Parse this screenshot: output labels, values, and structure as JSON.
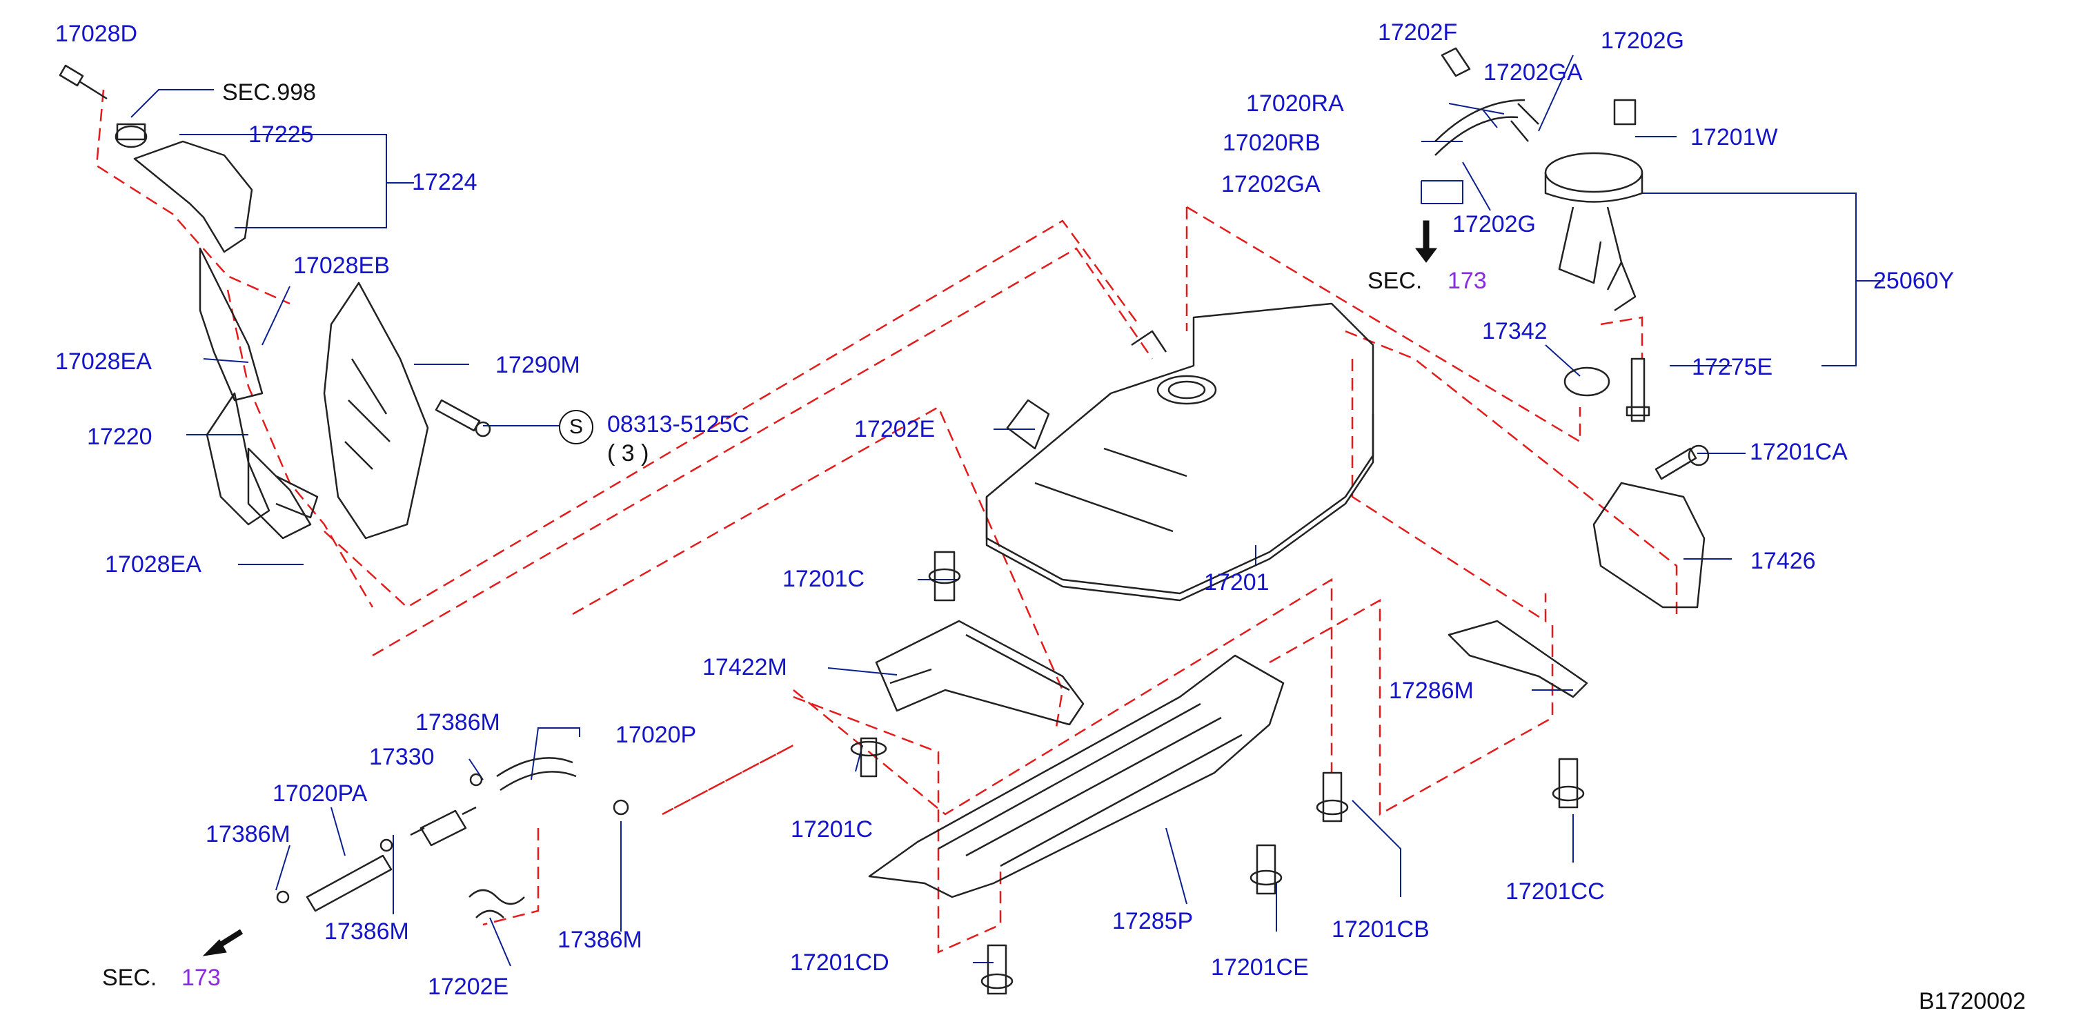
{
  "diagram_code": "B1720002",
  "colors": {
    "label": "#1414c8",
    "leader": "#0b1f8f",
    "dashed": "#e31b1b",
    "part": "#222222",
    "sec_number": "#8a2be2"
  },
  "labels": {
    "p17028D": "17028D",
    "sec998": "SEC.998",
    "p17225": "17225",
    "p17224": "17224",
    "p17028EB": "17028EB",
    "p17028EA_top": "17028EA",
    "p17290M": "17290M",
    "p17220": "17220",
    "p08313": "08313-5125C",
    "qty": "( 3 )",
    "s_mark": "S",
    "p17028EA_bot": "17028EA",
    "p17202F": "17202F",
    "p17202G_top": "17202G",
    "p17202GA_a": "17202GA",
    "p17020RA": "17020RA",
    "p17020RB": "17020RB",
    "p17202GA_b": "17202GA",
    "p17202G_b": "17202G",
    "p17201W": "17201W",
    "sec173_top_prefix": "SEC.",
    "sec173_top_num": "173",
    "p25060Y": "25060Y",
    "p17342": "17342",
    "p17275E": "17275E",
    "p17202E_mid": "17202E",
    "p17201CA": "17201CA",
    "p17201C_top": "17201C",
    "p17201": "17201",
    "p17426": "17426",
    "p17422M": "17422M",
    "p17286M": "17286M",
    "p17386M_a": "17386M",
    "p17020P": "17020P",
    "p17330": "17330",
    "p17020PA": "17020PA",
    "p17201C_bot": "17201C",
    "p17386M_b": "17386M",
    "p17386M_c": "17386M",
    "p17386M_d": "17386M",
    "sec173_bot_prefix": "SEC.",
    "sec173_bot_num": "173",
    "p17202E_bot": "17202E",
    "p17285P": "17285P",
    "p17201CB": "17201CB",
    "p17201CC": "17201CC",
    "p17201CD": "17201CD",
    "p17201CE": "17201CE"
  }
}
